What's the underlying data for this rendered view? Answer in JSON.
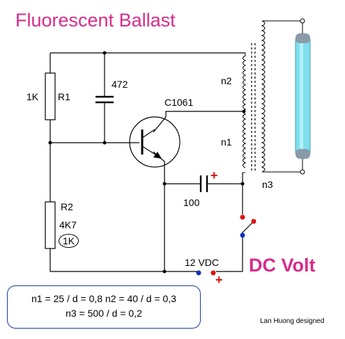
{
  "title": "Fluorescent Ballast",
  "subtitle": "DC Volt",
  "components": {
    "r1_value": "1K",
    "r1_name": "R1",
    "c1_value": "472",
    "transistor": "C1061",
    "c2_value": "100",
    "r2_name": "R2",
    "r2_value": "4K7",
    "r2_alt": "1K",
    "winding_n2": "n2",
    "winding_n1": "n1",
    "winding_n3": "n3",
    "supply": "12 VDC",
    "plus_sign": "+"
  },
  "notes": {
    "line1": "n1 = 25 / d = 0,8   n2 = 40 / d = 0,3",
    "line2": "n3 = 500 / d = 0,2"
  },
  "credit": "Lan Huong designed",
  "colors": {
    "title": "#d62c8a",
    "wire": "#000000",
    "terminal_red": "#e01010",
    "terminal_blue": "#1030c0",
    "tube_glass": "#7fe0ee",
    "tube_cap": "#8a9aa8",
    "plus": "#e01010"
  }
}
